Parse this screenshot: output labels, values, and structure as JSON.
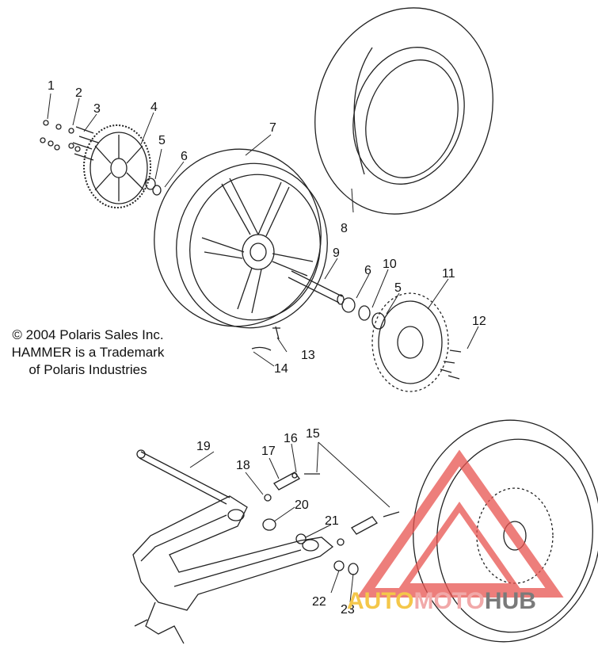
{
  "callouts": {
    "c1": "1",
    "c2": "2",
    "c3": "3",
    "c4": "4",
    "c5a": "5",
    "c6a": "6",
    "c7": "7",
    "c8": "8",
    "c9": "9",
    "c6b": "6",
    "c10": "10",
    "c5b": "5",
    "c11": "11",
    "c12": "12",
    "c13": "13",
    "c14": "14",
    "c15": "15",
    "c16": "16",
    "c17": "17",
    "c18": "18",
    "c19": "19",
    "c20": "20",
    "c21": "21",
    "c22": "22",
    "c23": "23"
  },
  "copyright": {
    "line1": "© 2004 Polaris Sales Inc.",
    "line2": "HAMMER is a Trademark",
    "line3": "of Polaris Industries"
  },
  "watermark": {
    "part1": "AUTO",
    "part2": "MOTO",
    "part3": "HUB",
    "logo_color": "#e8534f"
  }
}
